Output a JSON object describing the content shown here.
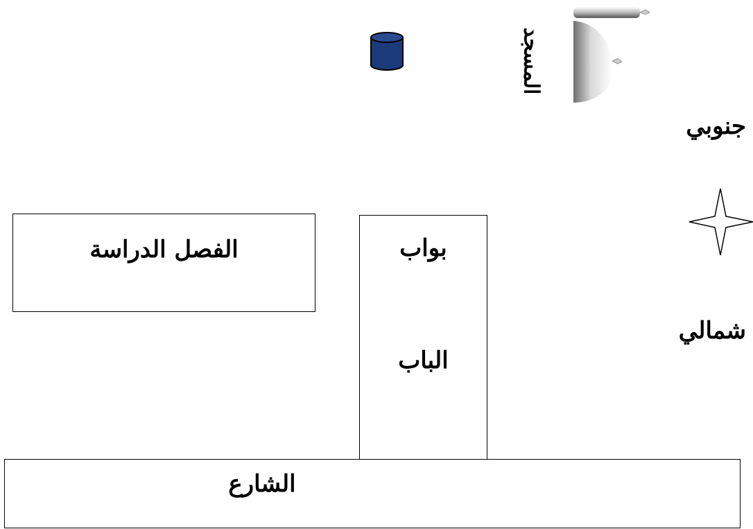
{
  "map": {
    "classroom": "الفصل الدراسة",
    "gatekeeper": "بواب",
    "door": "الباب",
    "street": "الشارع",
    "mosque": "المسجد",
    "south": "جنوبي",
    "north": "شمالي"
  },
  "icons": {
    "compass": "compass-star-icon",
    "water_tank": "water-tank-icon",
    "mosque": "mosque-dome-image"
  },
  "colors": {
    "water_tank": "#1b3a7a",
    "outline": "#000000"
  }
}
